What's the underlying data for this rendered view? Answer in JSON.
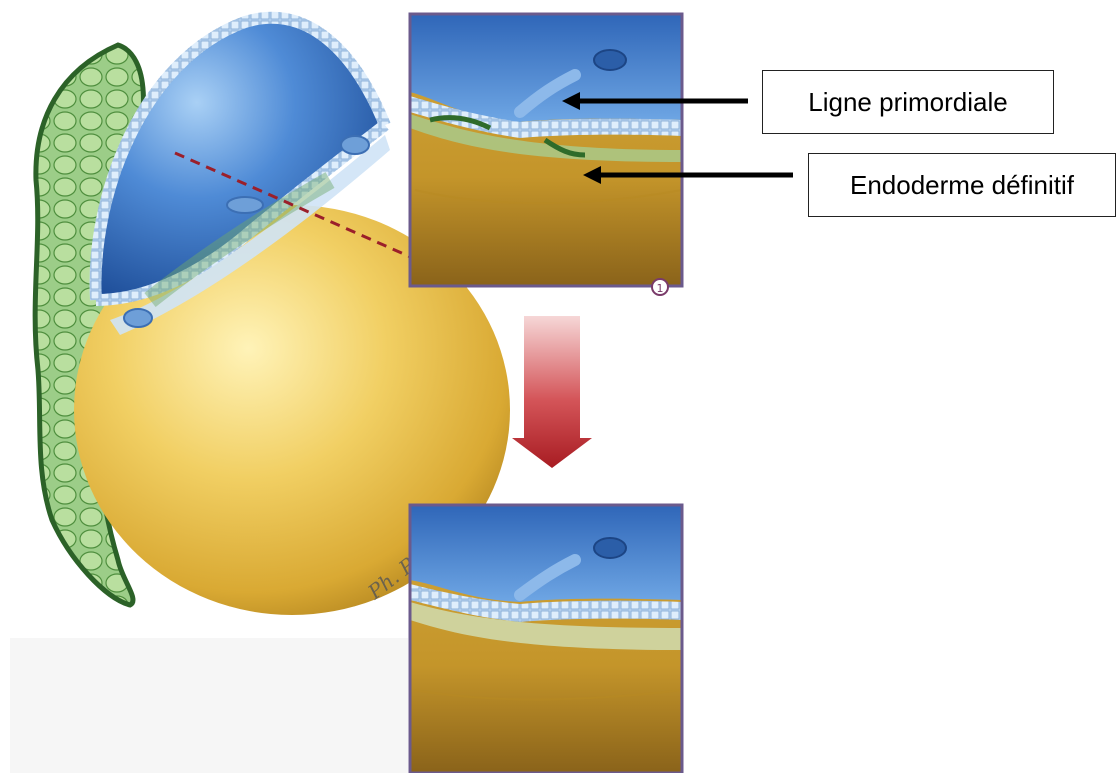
{
  "labels": {
    "primitive_streak": "Ligne primordiale",
    "definitive_endoderm": "Endoderme définitif"
  },
  "markers": {
    "section_number": "1"
  },
  "signature": "Ph. Plateau",
  "colors": {
    "ectoderm_blue": "#3f78c8",
    "yolk_sac_yellow": "#e9c24d",
    "trophoblast_green": "#4f8f3e",
    "arrow_red": "#c0282e",
    "panel_border": "#6b5a8c"
  }
}
